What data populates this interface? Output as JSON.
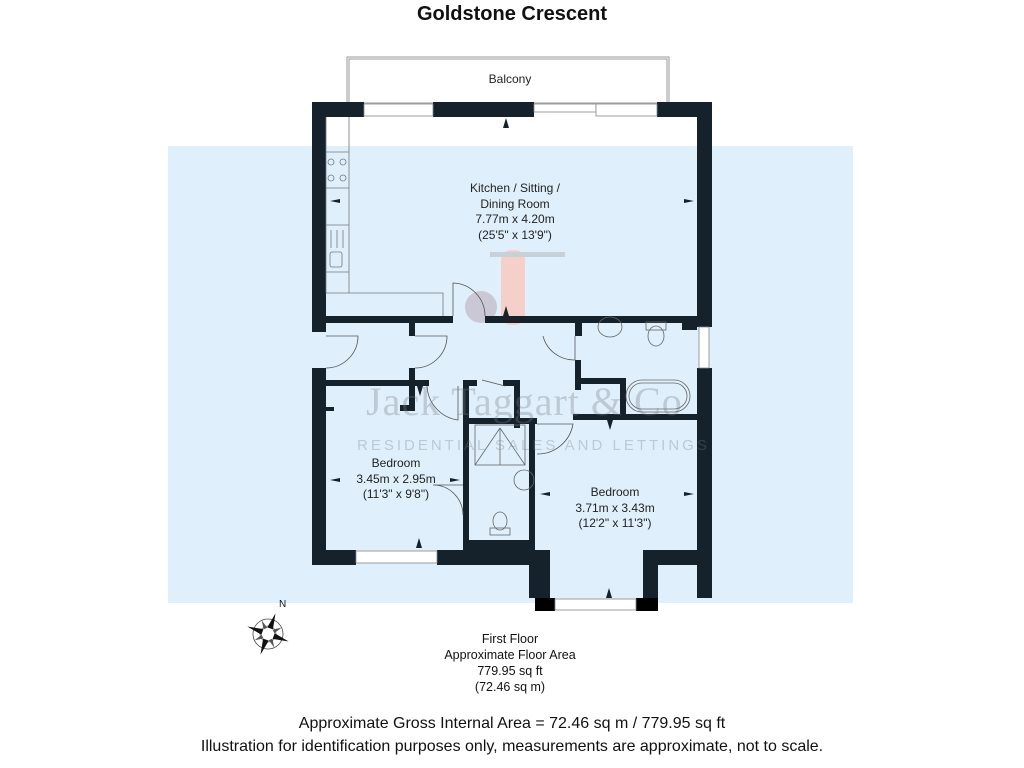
{
  "title": "Goldstone Crescent",
  "colors": {
    "wall": "#15222c",
    "overlay": "#dff0fc",
    "highlight": "#f9c9c0"
  },
  "rooms": {
    "balcony": {
      "name": "Balcony"
    },
    "kitchen": {
      "name_line1": "Kitchen / Sitting /",
      "name_line2": "Dining Room",
      "metric": "7.77m x 4.20m",
      "imperial": "(25'5\" x 13'9\")"
    },
    "bedroom1": {
      "name": "Bedroom",
      "metric": "3.45m x 2.95m",
      "imperial": "(11'3\" x 9'8\")"
    },
    "bedroom2": {
      "name": "Bedroom",
      "metric": "3.71m x 3.43m",
      "imperial": "(12'2\" x 11'3\")"
    }
  },
  "watermark": {
    "brand": "Jack Taggart & Co",
    "tagline": "RESIDENTIAL SALES AND LETTINGS"
  },
  "compass": {
    "label": "N"
  },
  "floor": {
    "name": "First Floor",
    "area_label": "Approximate Floor Area",
    "sq_ft": "779.95 sq ft",
    "sq_m": "(72.46 sq m)"
  },
  "footer": {
    "gross_area": "Approximate Gross Internal Area = 72.46 sq m / 779.95 sq ft",
    "disclaimer": "Illustration for identification purposes only, measurements are approximate, not to scale."
  }
}
